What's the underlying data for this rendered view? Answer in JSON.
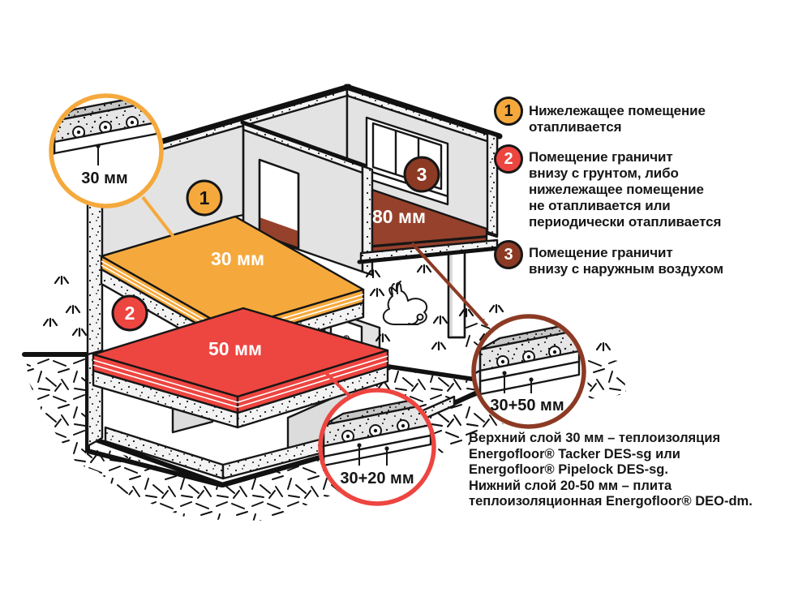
{
  "colors": {
    "orange": "#F5A93C",
    "red": "#ED4540",
    "brown": "#96412B",
    "browndark": "#8C3A24",
    "ink": "#161616"
  },
  "house": {
    "slab1_label": "30 мм",
    "slab2_label": "50 мм",
    "slab3_label": "80 мм",
    "badge1": "1",
    "badge2": "2",
    "badge3": "3"
  },
  "callouts": {
    "c1_label": "30 мм",
    "c2_label": "30+20 мм",
    "c3_label": "30+50 мм"
  },
  "legend": [
    {
      "num": "1",
      "lines": [
        "Нижележащее помещение",
        "отапливается"
      ]
    },
    {
      "num": "2",
      "lines": [
        "Помещение граничит",
        "внизу с грунтом, либо",
        "нижележащее помещение",
        "не отапливается или",
        "периодически отапливается"
      ]
    },
    {
      "num": "3",
      "lines": [
        "Помещение граничит",
        "внизу с наружным воздухом"
      ]
    }
  ],
  "note_lines": [
    "Верхний слой 30 мм – теплоизоляция",
    "Energofloor® Tacker DES-sg или",
    "Energofloor® Pipelock DES-sg.",
    "Нижний слой 20-50 мм – плита",
    "теплоизоляционная Energofloor® DEO-dm."
  ]
}
